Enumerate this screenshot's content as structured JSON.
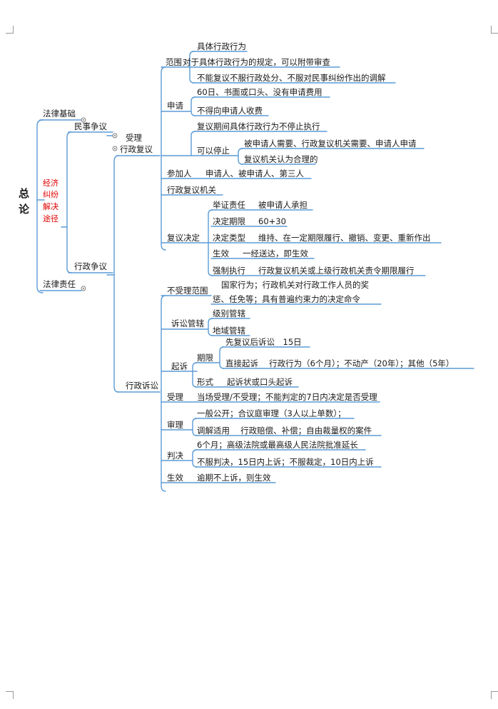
{
  "colors": {
    "line": "#5b9bd5",
    "accent": "#e00000",
    "text": "#1a1a1a"
  },
  "root": {
    "char1": "总",
    "char2": "论"
  },
  "root_children": {
    "legal_basis": "法律基础",
    "dispute_chars": [
      "经济",
      "纠纷",
      "解决",
      "途径"
    ],
    "legal_liability": "法律责任"
  },
  "paths": {
    "civil": "民事争议",
    "admin": "行政争议"
  },
  "civil_branch": {
    "line1": "受理",
    "line2": "行政复议"
  },
  "reconsideration": {
    "scope": {
      "label": "范围",
      "items": [
        "具体行政行为",
        "对于具体行政行为的规定，可以附带审查",
        "不能复议不服行政处分、不服对民事纠纷作出的调解"
      ]
    },
    "application": {
      "label": "申请",
      "items": [
        "60日、书面或口头、没有申请费用",
        "不得向申请人收费"
      ]
    },
    "suspension": {
      "intro": "复议期间具体行政行为不停止执行",
      "label": "可以停止",
      "items": [
        "被申请人需要、行政复议机关需要、申请人申请",
        "复议机关认为合理的"
      ]
    },
    "participants": {
      "label": "参加人",
      "value": "申请人、被申请人、第三人"
    },
    "organ": "行政复议机关",
    "decision": {
      "label": "复议决定",
      "items": [
        {
          "key": "举证责任",
          "value": "被申请人承担"
        },
        {
          "key": "决定期限",
          "value": "60+30"
        },
        {
          "key": "决定类型",
          "value": "维持、在一定期限履行、撤销、变更、重新作出"
        },
        {
          "key": "生效",
          "value": "一经送达，即生效"
        },
        {
          "key": "强制执行",
          "value": "行政复议机关或上级行政机关责令期限履行"
        }
      ]
    }
  },
  "litigation": {
    "label": "行政诉讼",
    "excluded": {
      "label": "不受理范围",
      "line1": "国家行为；行政机关对行政工作人员的奖",
      "line2": "惩、任免等；具有普遍约束力的决定命令"
    },
    "jurisdiction": {
      "label": "诉讼管辖",
      "items": [
        "级别管辖",
        "地域管辖"
      ]
    },
    "filing": {
      "label": "起诉",
      "deadline": {
        "label": "期限",
        "items": [
          "先复议后诉讼　15日",
          "直接起诉　 行政行为（6个月）；不动产（20年）；其他（5年）"
        ]
      },
      "form": {
        "key": "形式",
        "value": "起诉状或口头起诉"
      }
    },
    "acceptance": {
      "key": "受理",
      "value": "当场受理/不受理；不能判定的7日内决定是否受理"
    },
    "trial": {
      "label": "审理",
      "items": [
        "一般公开；合议庭审理（3人以上单数）；",
        "调解适用　 行政赔偿、补偿；自由裁量权的案件"
      ]
    },
    "judgment": {
      "label": "判决",
      "items": [
        "6个月；高级法院或最高级人民法院批准延长",
        "不服判决，15日内上诉；不服裁定，10日内上诉"
      ]
    },
    "effect": {
      "key": "生效",
      "value": "逾期不上诉，则生效"
    }
  }
}
